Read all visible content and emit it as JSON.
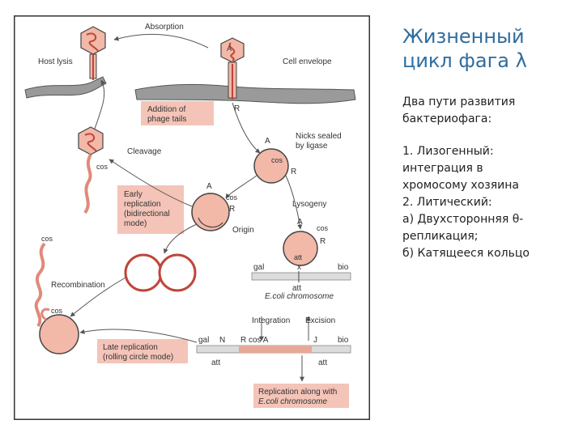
{
  "slide": {
    "title_lines": [
      "Жизненный",
      "цикл фага λ"
    ],
    "subtitle_lines": [
      "Два пути развития",
      "бактериофага:"
    ],
    "text_lines": [
      "1. Лизогенный:",
      "интеграция в",
      "хромосому хозяина",
      "2.    Литический:",
      "а) Двухсторонняя θ-",
      "репликация;",
      "б) Катящееся кольцо"
    ]
  },
  "diagram": {
    "labels": {
      "absorption": "Absorption",
      "host_lysis": "Host lysis",
      "cell_envelope": "Cell envelope",
      "addition_tails_1": "Addition of",
      "addition_tails_2": "phage tails",
      "cleavage": "Cleavage",
      "nicks_1": "Nicks sealed",
      "nicks_2": "by ligase",
      "early_1": "Early",
      "early_2": "replication",
      "early_3": "(bidirectional",
      "early_4": "mode)",
      "lysogeny": "Lysogeny",
      "origin": "Origin",
      "recombination": "Recombination",
      "late_1": "Late replication",
      "late_2": "(rolling circle mode)",
      "integration": "Integration",
      "excision": "Excision",
      "ecoli_chromosome": "E.coli chromosome",
      "repl_along_1": "Replication along with",
      "repl_along_2": "E.coli chromosome",
      "a": "A",
      "r": "R",
      "cos": "cos",
      "att": "att",
      "gal": "gal",
      "bio": "bio",
      "x": "x",
      "n": "N",
      "j": "J",
      "r_cos_a": "R cos A"
    }
  }
}
